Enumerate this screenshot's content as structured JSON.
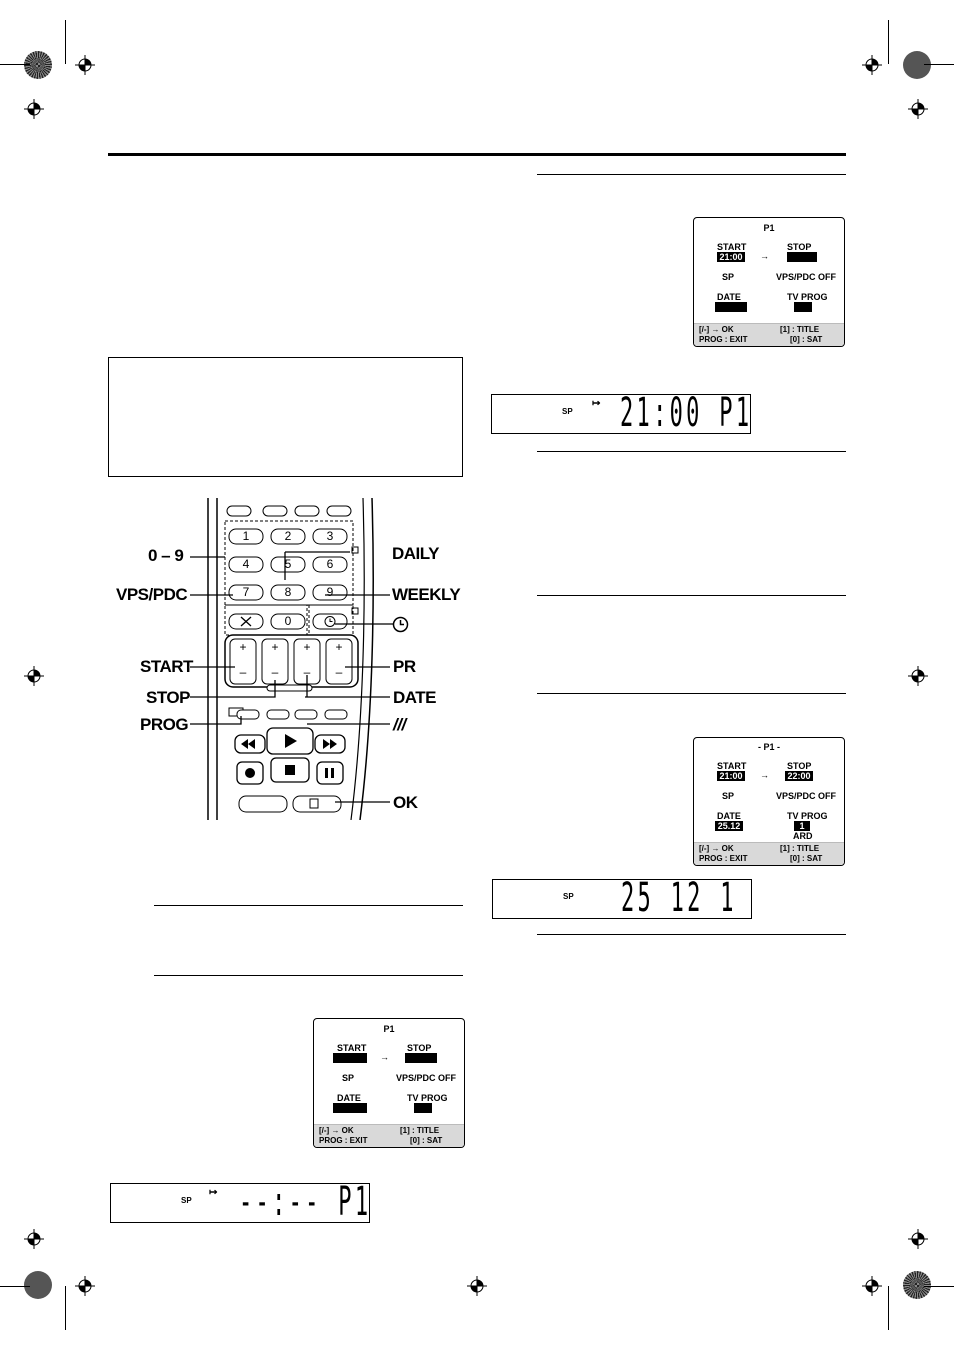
{
  "remote": {
    "keys": [
      "1",
      "2",
      "3",
      "4",
      "5",
      "6",
      "7",
      "8",
      "9",
      "0"
    ],
    "labels": {
      "zero_nine": "0 – 9",
      "vps_pdc": "VPS/PDC",
      "start": "START",
      "stop": "STOP",
      "prog": "PROG",
      "daily": "DAILY",
      "weekly": "WEEKLY",
      "pr": "PR",
      "date": "DATE",
      "tv_mode": "///",
      "ok": "OK",
      "plus": "+",
      "minus": "–"
    }
  },
  "osd_common": {
    "arrow": "→",
    "sp": "SP",
    "vps": "VPS/PDC OFF",
    "start_label": "START",
    "stop_label": "STOP",
    "date_label": "DATE",
    "tvprog_label": "TV PROG",
    "footer_left_1": "[/-] → OK",
    "footer_left_2": "PROG : EXIT",
    "footer_right_1": "[1] : TITLE",
    "footer_right_2": "[0] : SAT"
  },
  "osd_top": {
    "title": "P1",
    "start_value": "21:00",
    "stop_value": "",
    "date_value": "",
    "tvprog_value": ""
  },
  "osd_mid": {
    "title": "- P1 -",
    "start_value": "21:00",
    "stop_value": "22:00",
    "date_value": "25.12",
    "tvprog_value": "1",
    "station": "ARD"
  },
  "osd_bottom": {
    "title": "P1",
    "start_value": "",
    "stop_value": "",
    "date_value": "",
    "tvprog_value": ""
  },
  "lcd_top": {
    "sp": "SP",
    "digits": "21:00 P1"
  },
  "lcd_mid": {
    "sp": "SP",
    "digits": "25 12  1"
  },
  "lcd_bottom": {
    "sp": "SP",
    "digits": "--:-- P1"
  }
}
